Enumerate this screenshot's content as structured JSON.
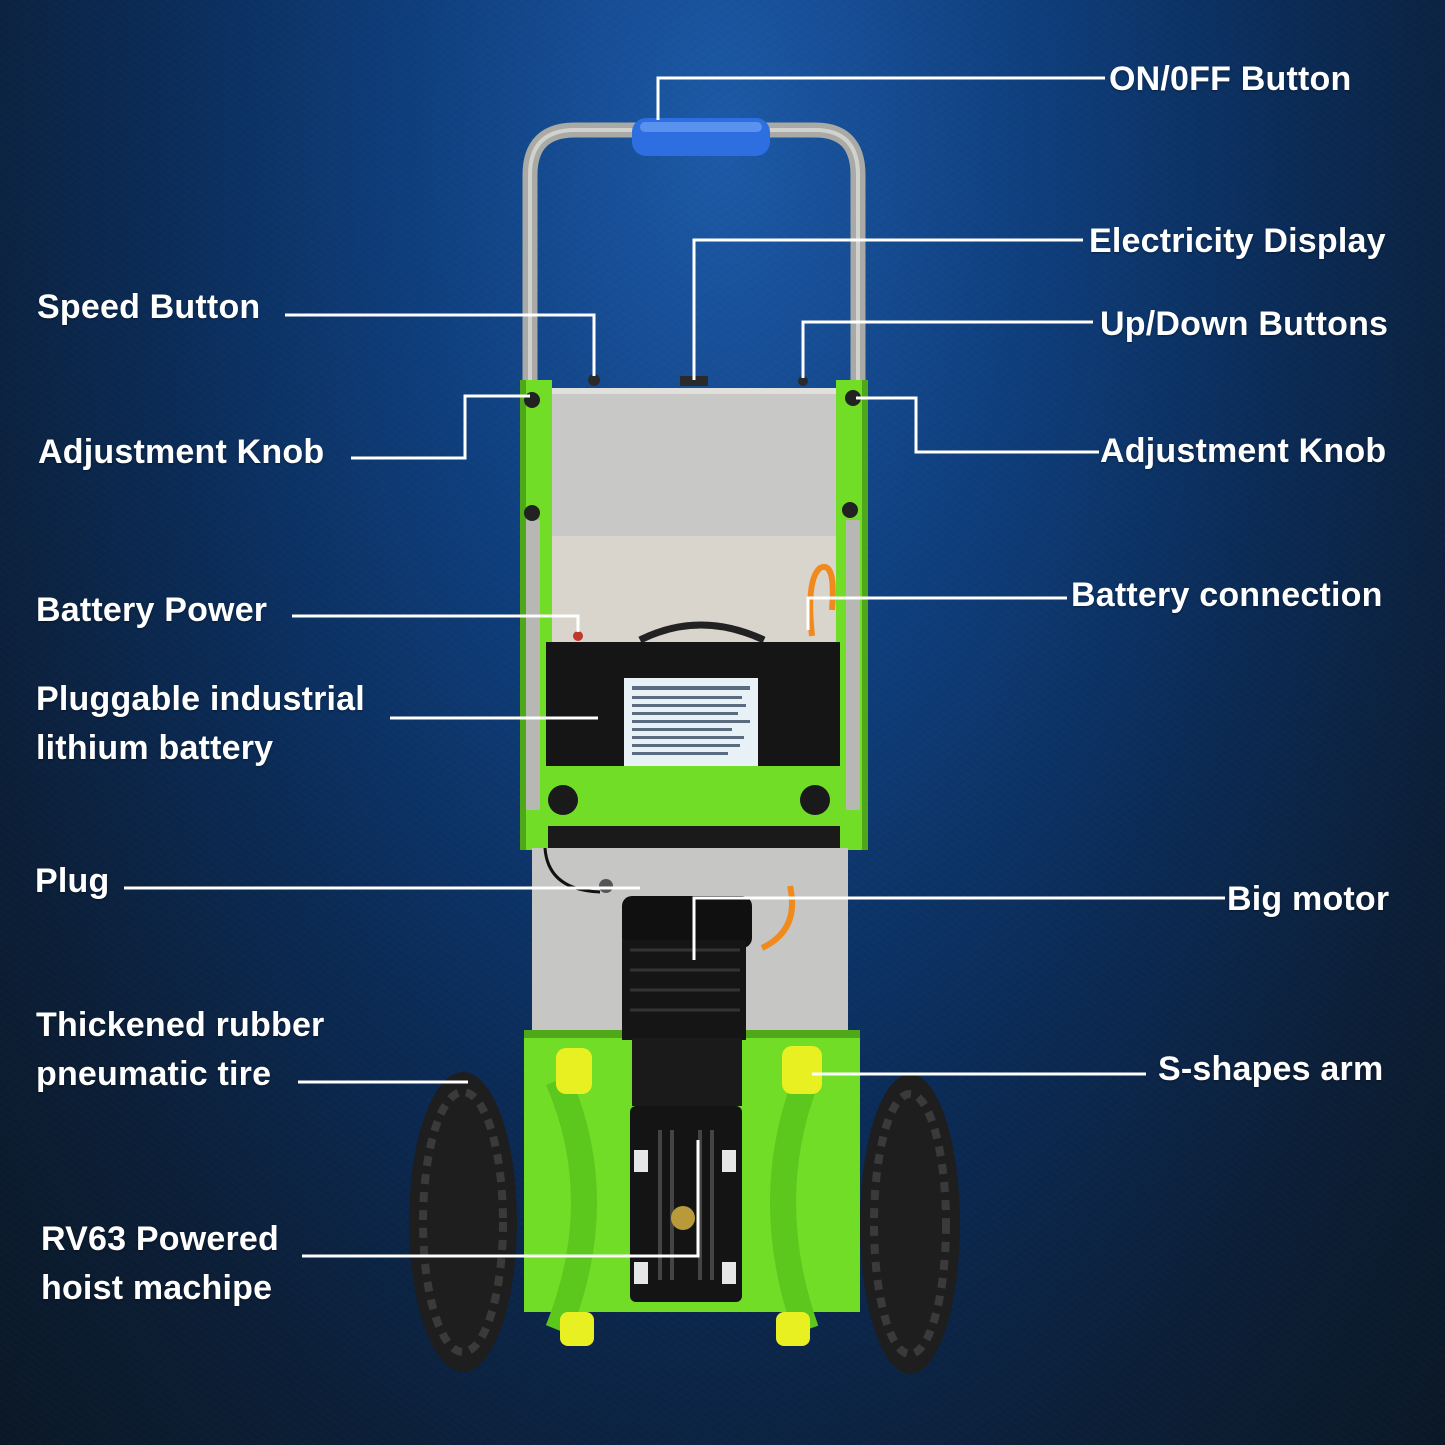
{
  "colors": {
    "background_top": "#1d5aa8",
    "background_bottom": "#0b1826",
    "frame_green": "#72dd26",
    "frame_green_dark": "#4fa81a",
    "handle_blue": "#2d6fe0",
    "steel": "#b7b7b3",
    "panel_gray": "#c8c8c6",
    "battery_black": "#151515",
    "tire_black": "#1e1e1e",
    "roller_yellow": "#e9f022",
    "cable_orange": "#f08a1c",
    "label_white": "#ffffff"
  },
  "labels": {
    "on_off_button": "ON/0FF Button",
    "electricity_display": "Electricity Display",
    "speed_button": "Speed Button",
    "up_down_buttons": "Up/Down Buttons",
    "adjustment_knob_left": "Adjustment Knob",
    "adjustment_knob_right": "Adjustment Knob",
    "battery_power": "Battery Power",
    "battery_connection": "Battery connection",
    "pluggable_battery_line1": "Pluggable industrial",
    "pluggable_battery_line2": "lithium battery",
    "plug": "Plug",
    "big_motor": "Big motor",
    "thickened_tire_line1": "Thickened rubber",
    "thickened_tire_line2": "pneumatic tire",
    "s_shapes_arm": "S-shapes arm",
    "rv63_line1": "RV63 Powered",
    "rv63_line2": "hoist machipe"
  }
}
